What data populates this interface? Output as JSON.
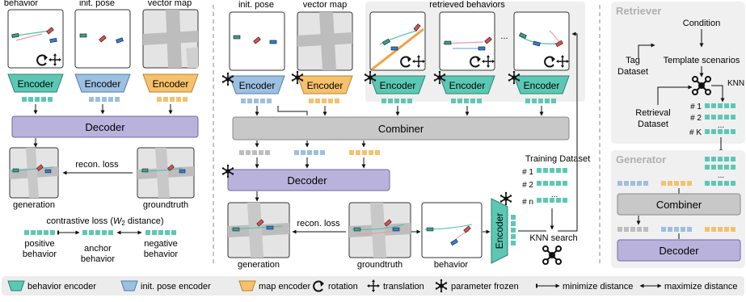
{
  "left_panel": {
    "col1_label": "behavior",
    "col2_label": "init. pose",
    "col3_label": "vector map",
    "encoder_label": "Encoder",
    "decoder_label": "Decoder",
    "recon_loss": "recon. loss",
    "generation": "generation",
    "groundtruth": "groundtruth",
    "contrastive_prefix": "contrastive loss (",
    "contrastive_w": "W",
    "contrastive_sub": "2",
    "contrastive_suffix": " distance)",
    "positive_1": "positive",
    "positive_2": "behavior",
    "anchor_1": "anchor",
    "anchor_2": "behavior",
    "negative_1": "negative",
    "negative_2": "behavior"
  },
  "middle_panel": {
    "init_pose": "init. pose",
    "vector_map": "vector map",
    "retrieved_behaviors": "retrieved behaviors",
    "encoder_label": "Encoder",
    "combiner": "Combiner",
    "decoder": "Decoder",
    "recon_loss": "recon. loss",
    "generation": "generation",
    "groundtruth": "groundtruth",
    "behavior": "behavior",
    "training_dataset": "Training Dataset",
    "ds_1": "# 1",
    "ds_2": "# 2",
    "ds_n": "# n",
    "ellipsis": "...",
    "knn_search": "KNN search"
  },
  "right_panel": {
    "retriever_title": "Retriever",
    "condition": "Condition",
    "tag_1": "Tag",
    "tag_2": "Dataset",
    "template_scenarios": "Template scenarios",
    "knn": "KNN",
    "retrieval_1": "Retrieval",
    "retrieval_2": "Dataset",
    "r1": "# 1",
    "r2": "# 2",
    "rk": "# K",
    "ellipsis": "...",
    "generator_title": "Generator",
    "combiner": "Combiner",
    "decoder": "Decoder"
  },
  "legend": {
    "behavior_encoder": "behavior encoder",
    "init_pose_encoder": "init. pose encoder",
    "map_encoder": "map encoder",
    "rotation": "rotation",
    "translation": "translation",
    "parameter_frozen": "parameter frozen",
    "minimize_distance": "minimize distance",
    "maximize_distance": "maximize distance"
  },
  "colors": {
    "behavior_encoder": "#5cc8b4",
    "init_pose_encoder": "#9dbfe0",
    "map_encoder": "#f5c16c",
    "decoder": "#b9b3dc",
    "combiner": "#c8c8c8",
    "token_teal": "#5cc8b4",
    "token_blue": "#9dbfe0",
    "token_orange": "#f5c16c",
    "token_gray": "#bdbdbd"
  }
}
